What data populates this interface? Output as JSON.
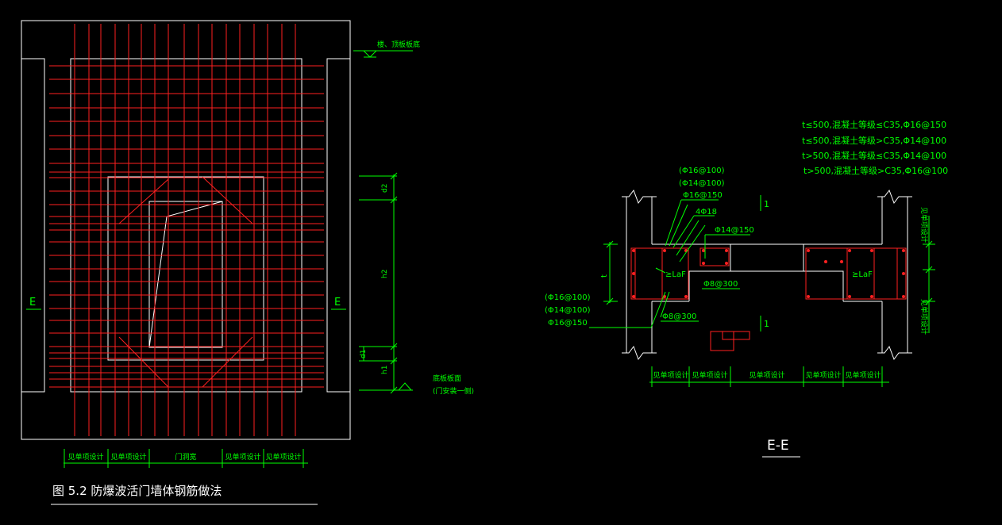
{
  "caption": "图 5.2  防爆波活门墙体钢筋做法",
  "left_view": {
    "floor_label": "楼、顶板板底",
    "sill_label": "底板板面",
    "sill_note": "(门安装一侧)",
    "section_mark": "E",
    "dim_d2": "d2",
    "dim_h2": "h2",
    "dim_d1": "d1",
    "dim_h1": "h1",
    "bottom_dims": [
      "见单项设计",
      "见单项设计",
      "门洞宽",
      "见单项设计",
      "见单项设计"
    ]
  },
  "right_view": {
    "notes": [
      "t≤500,混凝土等级≤C35,Φ16@150",
      "t≤500,混凝土等级>C35,Φ14@100",
      "t>500,混凝土等级≤C35,Φ14@100",
      "t>500,混凝土等级>C35,Φ16@100"
    ],
    "top_bars": [
      "(Φ16@100)",
      "(Φ14@100)",
      "Φ16@150",
      "4Φ18",
      "Φ14@150"
    ],
    "stirrup_top": "Φ8@300",
    "stirrup_bottom": "Φ8@300",
    "left_bars": [
      "(Φ16@100)",
      "(Φ14@100)",
      "Φ16@150"
    ],
    "lap_left": "≥LaF",
    "lap_right": "≥LaF",
    "wall_t": "t",
    "mark_1_top": "1",
    "mark_1_bottom": "1",
    "right_dim_top": "见单项设计",
    "right_dim_bottom": "见单项设计",
    "bottom_dims": [
      "见单项设计",
      "见单项设计",
      "见单项设计",
      "见单项设计",
      "见单项设计"
    ],
    "title": "E-E"
  }
}
